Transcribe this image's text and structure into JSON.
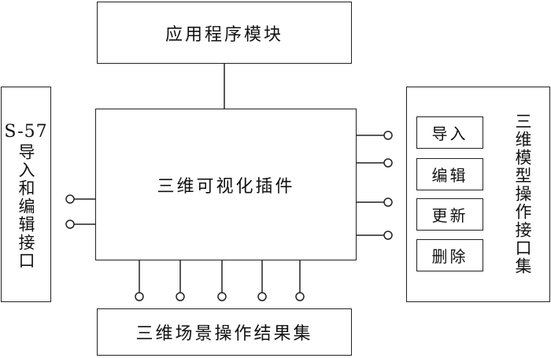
{
  "app_module": {
    "label": "应用程序模块"
  },
  "plugin": {
    "label": "三维可视化插件"
  },
  "result_set": {
    "label": "三维场景操作结果集"
  },
  "left_interface": {
    "code": "S-57",
    "label": "导入和编辑接口"
  },
  "right_interface": {
    "label": "三维模型操作接口集",
    "buttons": [
      "导入",
      "编辑",
      "更新",
      "删除"
    ]
  }
}
